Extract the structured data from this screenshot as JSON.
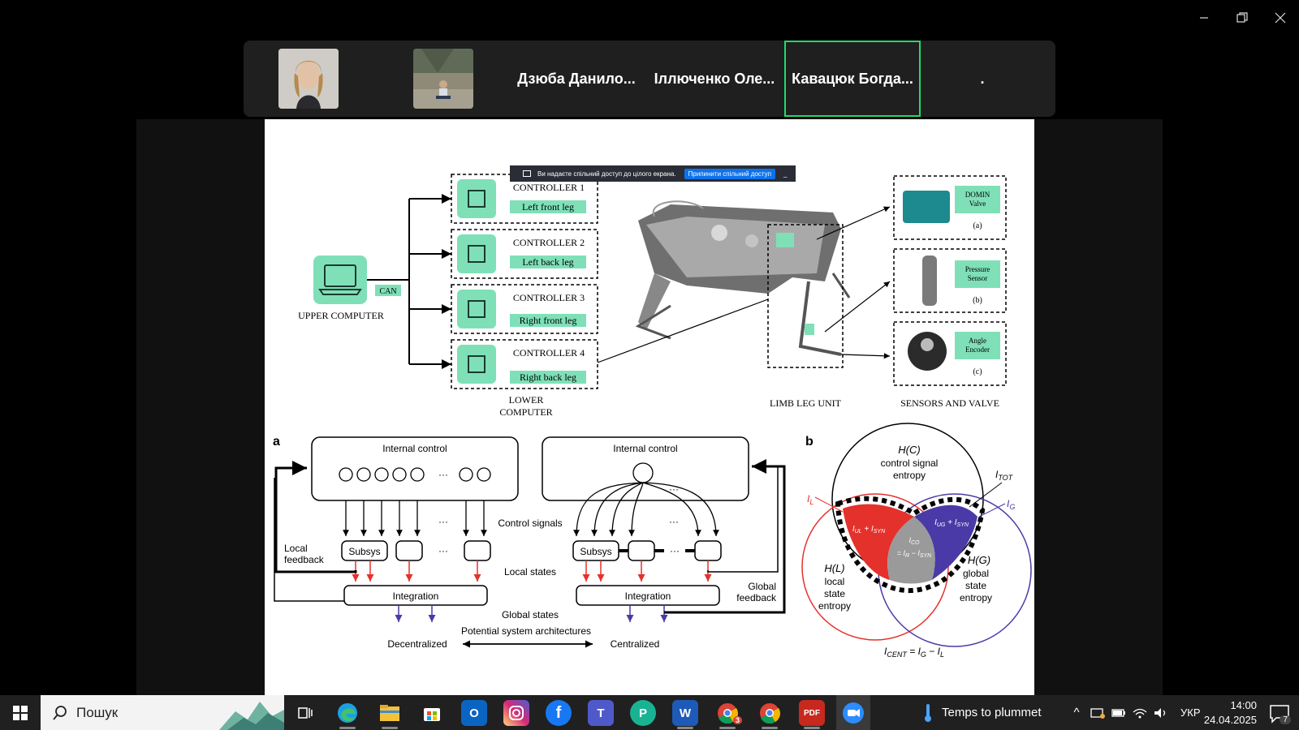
{
  "window": {
    "minimize_icon": "minimize-icon",
    "restore_icon": "restore-icon",
    "close_icon": "close-icon"
  },
  "gallery": {
    "participants": [
      {
        "type": "video",
        "name": ""
      },
      {
        "type": "video",
        "name": ""
      },
      {
        "type": "name",
        "name": "Дзюба Данило..."
      },
      {
        "type": "name",
        "name": "Іллюченко Оле..."
      },
      {
        "type": "name",
        "name": "Кавацюк Богда...",
        "active": true
      },
      {
        "type": "name",
        "name": "."
      }
    ]
  },
  "share_banner": {
    "text": "Ви надаєте спільний доступ до цілого екрана.",
    "stop_button": "Припинити спільний доступ",
    "more_button": "_"
  },
  "slide_top": {
    "upper_computer": "UPPER COMPUTER",
    "can": "CAN",
    "controllers": [
      {
        "title": "CONTROLLER 1",
        "leg": "Left front leg"
      },
      {
        "title": "CONTROLLER 2",
        "leg": "Left back leg"
      },
      {
        "title": "CONTROLLER 3",
        "leg": "Right front leg"
      },
      {
        "title": "CONTROLLER 4",
        "leg": "Right back leg"
      }
    ],
    "lower_computer": "LOWER COMPUTER",
    "limb_leg_unit": "LIMB LEG UNIT",
    "sensors_and_valve": "SENSORS AND VALVE",
    "sensors": [
      {
        "name": "DOMIN Valve",
        "tag": "(a)"
      },
      {
        "name": "Pressure Sensor",
        "tag": "(b)"
      },
      {
        "name": "Angle Encoder",
        "tag": "(c)"
      }
    ]
  },
  "slide_bottom": {
    "panel_a": "a",
    "panel_b": "b",
    "internal_control": "Internal control",
    "control_signals": "Control signals",
    "local_states": "Local states",
    "global_states": "Global states",
    "subsys": "Subsys",
    "integration": "Integration",
    "local_feedback": "Local feedback",
    "global_feedback": "Global feedback",
    "potential_arch": "Potential system architectures",
    "decentralized": "Decentralized",
    "centralized": "Centralized",
    "ellipsis": "···",
    "venn": {
      "hc": "H(C)",
      "hc_desc": "control signal entropy",
      "itot": "I_TOT",
      "il": "I_L",
      "ig": "I_G",
      "hl": "H(L)",
      "hl_desc": "local state entropy",
      "hg": "H(G)",
      "hg_desc": "global state entropy",
      "left_lens": "I_UL + I_SYN",
      "right_lens": "I_UG + I_SYN",
      "center": "I_CO = I_R − I_SYN",
      "formula": "I_CENT = I_G − I_L"
    },
    "colors": {
      "red": "#e5312c",
      "blue": "#4a3aa7",
      "green": "#7fe0b8"
    }
  },
  "taskbar": {
    "search_placeholder": "Пошук",
    "apps": [
      "task-view-icon",
      "edge-icon",
      "file-explorer-icon",
      "store-icon",
      "outlook-icon",
      "instagram-icon",
      "facebook-icon",
      "teams-icon",
      "picsart-icon",
      "word-icon",
      "chrome-icon",
      "chrome-profile-icon",
      "pdf-icon",
      "zoom-icon"
    ],
    "chrome_badge": "3",
    "weather": "Temps to plummet",
    "language": "УКР",
    "time": "14:00",
    "date": "24.04.2025",
    "notification_count": "7"
  }
}
